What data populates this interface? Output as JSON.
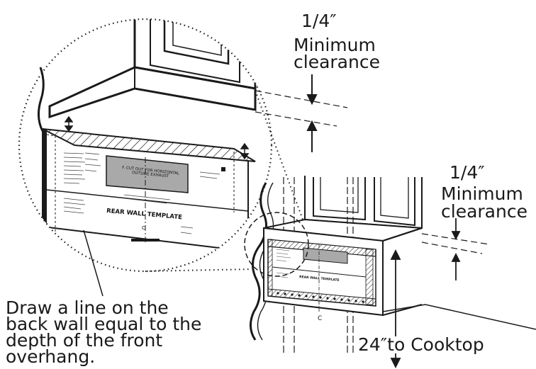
{
  "labels": {
    "clearance_top_value": "1/4″",
    "clearance_top_line1": "Minimum",
    "clearance_top_line2": "clearance",
    "clearance_right_value": "1/4″",
    "clearance_right_line1": "Minimum",
    "clearance_right_line2": "clearance",
    "cooktop_label": "24″to Cooktop",
    "callout_line1": "Draw a line on the",
    "callout_line2": "back wall equal to the",
    "callout_line3": "depth of the front",
    "callout_line4": "overhang."
  },
  "template": {
    "title": "REAR WALL TEMPLATE",
    "cutout_line1": "F. CUT OUT FOR HORIZONTAL",
    "cutout_line2": "OUTSIDE EXHAUST",
    "center_mark": "C",
    "small_title": "REAR WALL TEMPLATE",
    "small_center_mark": "C"
  },
  "colors": {
    "ink": "#1a1a1a",
    "cutout_fill": "#a9a9a9",
    "background": "#ffffff"
  }
}
